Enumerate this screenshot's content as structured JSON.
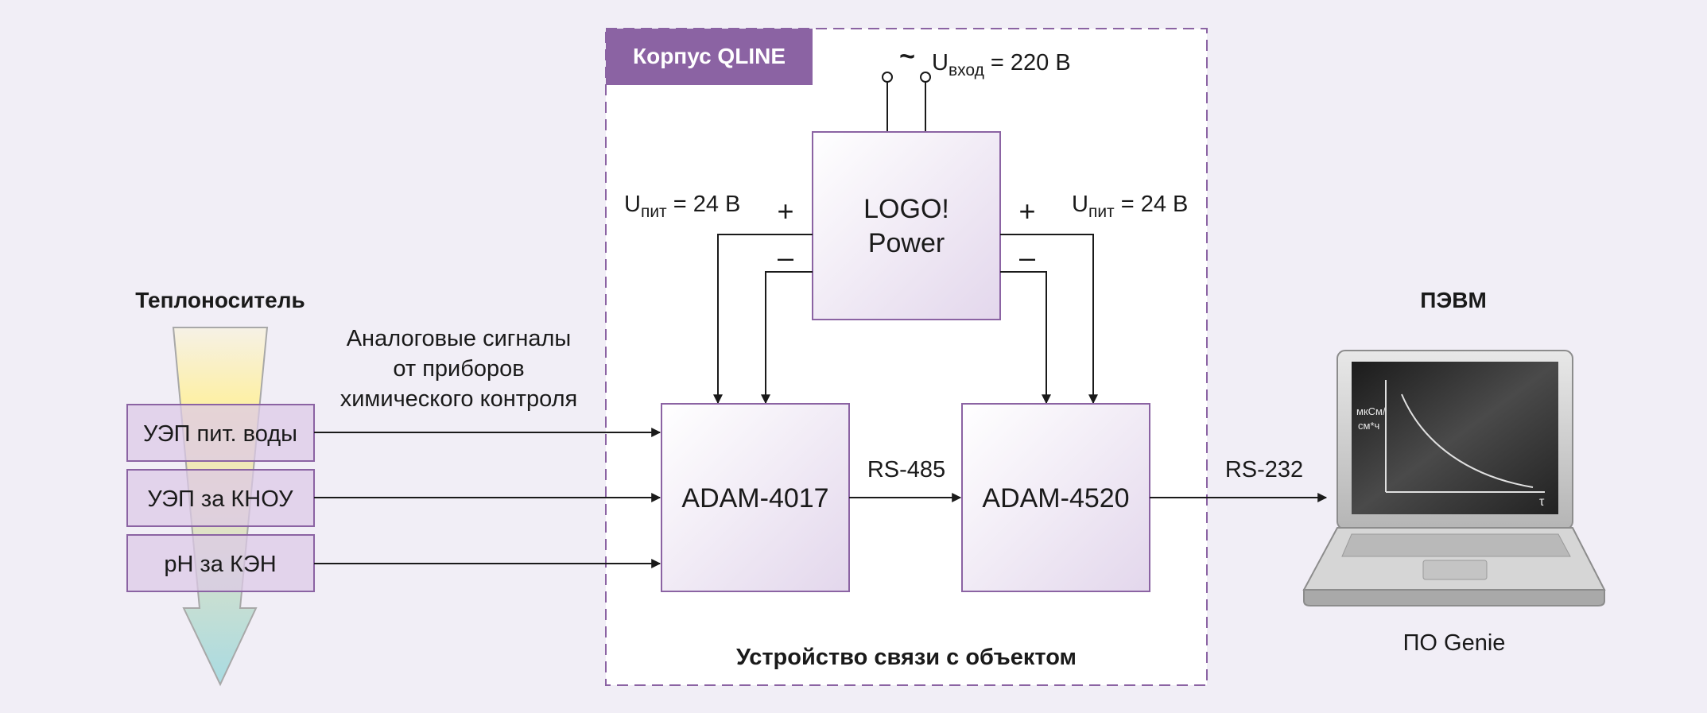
{
  "enclosure": {
    "label": "Корпус QLINE",
    "caption": "Устройство связи с объектом"
  },
  "power_input": {
    "tilde": "~",
    "u": "U",
    "sub": "вход",
    "value": " = 220 В"
  },
  "logo_power": {
    "line1": "LOGO!",
    "line2": "Power"
  },
  "supply_left": {
    "u": "U",
    "sub": "пит",
    "value": " = 24 В",
    "plus": "+",
    "minus": "–"
  },
  "supply_right": {
    "u": "U",
    "sub": "пит",
    "value": " = 24 В",
    "plus": "+",
    "minus": "–"
  },
  "adam_4017": {
    "label": "ADAM-4017"
  },
  "adam_4520": {
    "label": "ADAM-4520"
  },
  "rs485": {
    "label": "RS-485"
  },
  "rs232": {
    "label": "RS-232"
  },
  "coolant": {
    "title": "Теплоноситель"
  },
  "analog_signals": {
    "line1": "Аналоговые сигналы",
    "line2": "от приборов",
    "line3": "химического контроля"
  },
  "sensors": [
    {
      "label": "УЭП пит. воды"
    },
    {
      "label": "УЭП за КНОУ"
    },
    {
      "label": "pH за КЭН"
    }
  ],
  "pc": {
    "title": "ПЭВМ",
    "software": "ПО Genie",
    "screen": {
      "y_label_line1": "мкСм/",
      "y_label_line2": "см*ч",
      "x_label": "τ"
    }
  },
  "colors": {
    "background": "#f1eef6",
    "accent_purple": "#8b63a3",
    "box_border": "#8b63a3",
    "line": "#1a1a1a"
  }
}
